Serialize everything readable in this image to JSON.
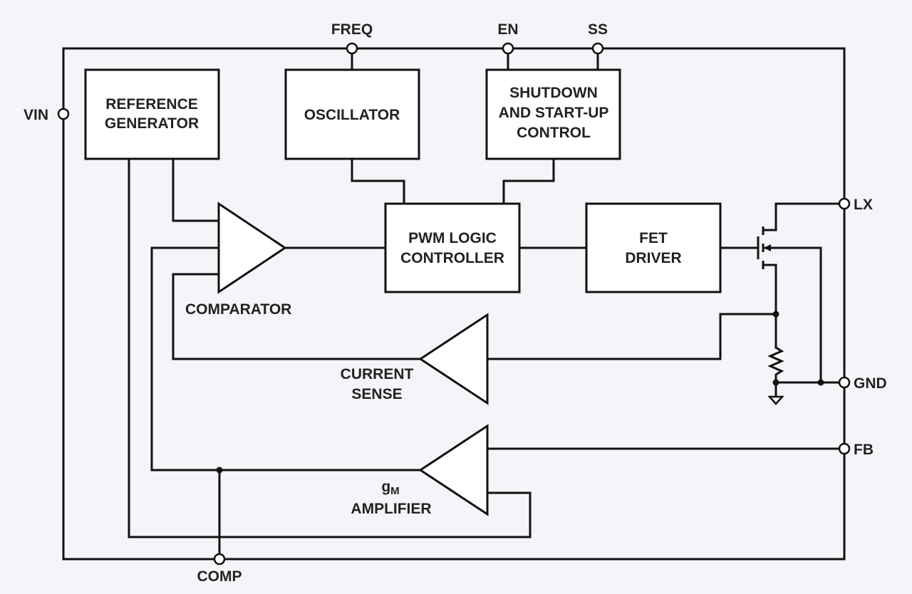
{
  "diagram": {
    "pins": {
      "freq": "FREQ",
      "en": "EN",
      "ss": "SS",
      "vin": "VIN",
      "lx": "LX",
      "gnd": "GND",
      "fb": "FB",
      "comp": "COMP"
    },
    "blocks": {
      "reference_generator": [
        "REFERENCE",
        "GENERATOR"
      ],
      "oscillator": [
        "OSCILLATOR"
      ],
      "shutdown_startup": [
        "SHUTDOWN",
        "AND START-UP",
        "CONTROL"
      ],
      "pwm_logic": [
        "PWM LOGIC",
        "CONTROLLER"
      ],
      "fet_driver": [
        "FET",
        "DRIVER"
      ]
    },
    "amplifiers": {
      "comparator": "COMPARATOR",
      "current_sense": [
        "CURRENT",
        "SENSE"
      ],
      "gm_symbol": "g",
      "gm_subscript": "M",
      "gm_amplifier": "AMPLIFIER"
    },
    "colors": {
      "line": "#111111",
      "text": "#222222",
      "background": "#f3f5f8",
      "fill": "#ffffff"
    }
  }
}
